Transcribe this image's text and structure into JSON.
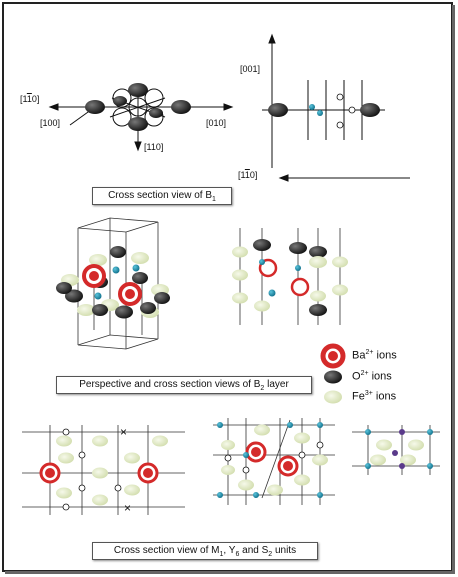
{
  "panel1": {
    "caption_main": "Cross section view of B",
    "caption_sub": "1",
    "dir_1m10": "[1",
    "dir_1m10_bar": "1",
    "dir_1m10_end": "0]",
    "dir_100": "[100]",
    "dir_010": "[010]",
    "dir_110": "[110]",
    "dir_001": "[001]",
    "dir_1m10_b": "[1",
    "dir_1m10_b_bar": "1",
    "dir_1m10_b_end": "0]"
  },
  "panel2": {
    "caption_main": "Perspective and cross section views of B",
    "caption_sub": "2",
    "caption_end": " layer"
  },
  "legend": [
    {
      "ion": "Ba",
      "charge": "2+",
      "suffix": " ions",
      "color": "#d42a2a"
    },
    {
      "ion": "O",
      "charge": "2+",
      "suffix": " ions",
      "color": "#1a1a1a"
    },
    {
      "ion": "Fe",
      "charge": "3+",
      "suffix": " ions",
      "color": "#e3ebc7"
    }
  ],
  "panel3": {
    "caption_main": "Cross section view of M",
    "sub1": "1",
    "mid1": ", Y",
    "sub2": "6",
    "mid2": " and S",
    "sub3": "2",
    "caption_end": " units"
  },
  "colors": {
    "ba": "#d42a2a",
    "o": "#1a1a1a",
    "fe": "#e3ebc7",
    "small": "#1a8aa8",
    "purple": "#5a3a8a"
  }
}
